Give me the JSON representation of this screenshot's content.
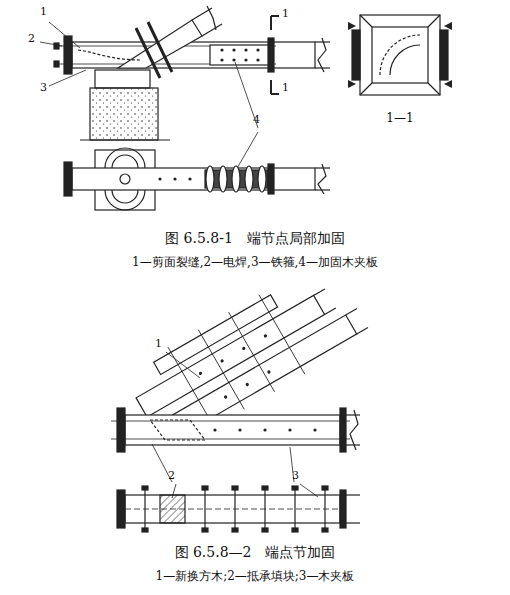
{
  "diagram": {
    "labels": [
      "1",
      "2",
      "3",
      "4",
      "1",
      "1",
      "1—1",
      "图 6.5.8-1　端节点局部加固",
      "1—剪面裂缝,2—电焊,3—铁箍,4—加固木夹板",
      "1",
      "2",
      "3",
      "图 6.5.8—2　端点节加固",
      "1—新换方木;2—抵承填块;3—木夹板"
    ]
  }
}
